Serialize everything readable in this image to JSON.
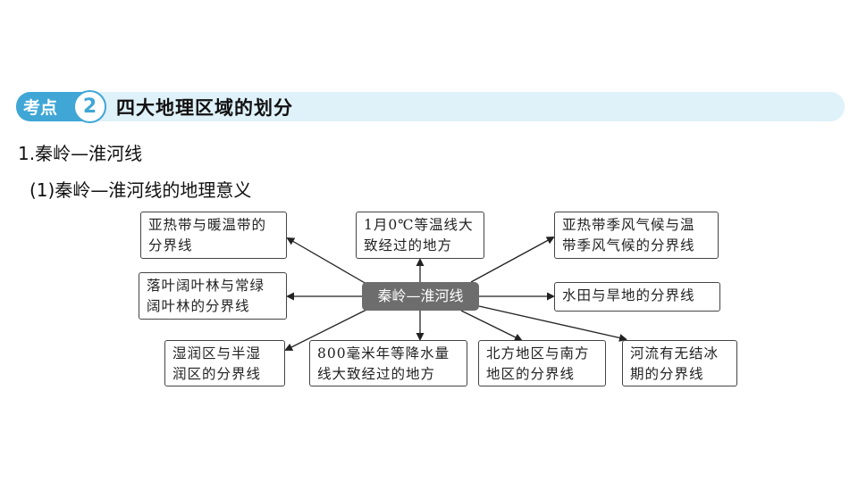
{
  "topic": {
    "label": "考点",
    "number": "2",
    "title": "四大地理区域的划分"
  },
  "section": {
    "heading": "1.秦岭—淮河线",
    "subheading": "(1)秦岭—淮河线的地理意义"
  },
  "diagram": {
    "center": "秦岭—淮河线",
    "boxes": {
      "subtropical_warm": [
        "亚热带与暖温带的",
        "分界线"
      ],
      "isotherm": [
        "1月0℃等温线大",
        "致经过的地方"
      ],
      "monsoon": [
        "亚热带季风气候与温",
        "带季风气候的分界线"
      ],
      "forest": [
        "落叶阔叶林与常绿",
        "阔叶林的分界线"
      ],
      "paddy": [
        "水田与旱地的分界线"
      ],
      "humid": [
        "湿润区与半湿",
        "润区的分界线"
      ],
      "precip": [
        "800毫米年等降水量",
        "线大致经过的地方"
      ],
      "north_south": [
        "北方地区与南方",
        "地区的分界线"
      ],
      "river": [
        "河流有无结冰",
        "期的分界线"
      ]
    }
  }
}
